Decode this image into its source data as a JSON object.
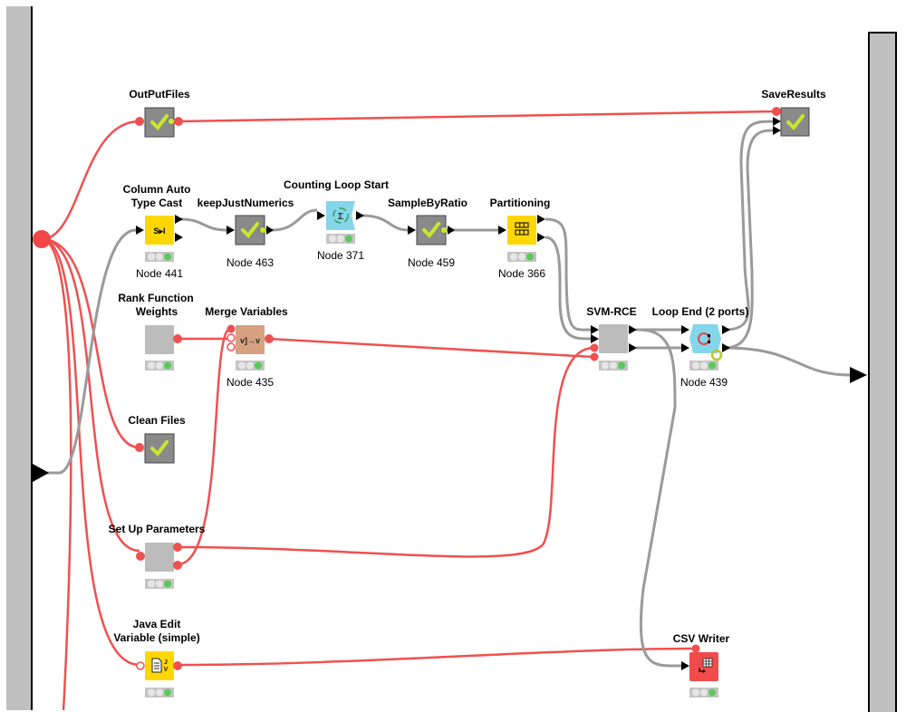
{
  "colors": {
    "flow_var": "#f05050",
    "data_conn": "#999999",
    "yellow_node": "#ffd700",
    "gray_node": "#8a8a8a",
    "meta_node": "#bcbcbc",
    "loop_node": "#87d7ea",
    "merge_node": "#d7a383",
    "csv_node": "#f24b4b",
    "status_green": "#5cc85c",
    "check": "#c8e632"
  },
  "nodes": [
    {
      "id": "outputfiles",
      "label": "OutPutFiles",
      "node_id": "",
      "type": "gray-check",
      "status": ""
    },
    {
      "id": "column-auto-type-cast",
      "label": "Column Auto\nType Cast",
      "label_lines": [
        "Column Auto",
        "Type Cast"
      ],
      "node_id": "Node 441",
      "icon": "S▸I",
      "type": "yellow",
      "status": "executed"
    },
    {
      "id": "keepjustnumerics",
      "label": "keepJustNumerics",
      "node_id": "Node 463",
      "type": "gray-check",
      "status": ""
    },
    {
      "id": "counting-loop-start",
      "label": "Counting Loop Start",
      "node_id": "Node 371",
      "icon": "Σ",
      "type": "loop-start",
      "status": "executed"
    },
    {
      "id": "samplebyratio",
      "label": "SampleByRatio",
      "node_id": "Node 459",
      "type": "gray-check",
      "status": ""
    },
    {
      "id": "partitioning",
      "label": "Partitioning",
      "node_id": "Node 366",
      "icon": "grid",
      "type": "yellow",
      "status": "executed"
    },
    {
      "id": "rank-function-weights",
      "label_lines": [
        "Rank Function",
        "Weights"
      ],
      "node_id": "",
      "type": "meta",
      "status": "executed"
    },
    {
      "id": "merge-variables",
      "label": "Merge Variables",
      "node_id": "Node 435",
      "icon": "v]→v",
      "type": "merge",
      "status": "executed"
    },
    {
      "id": "svm-rce",
      "label": "SVM-RCE",
      "node_id": "",
      "type": "meta",
      "status": "executed"
    },
    {
      "id": "loop-end",
      "label": "Loop End (2 ports)",
      "node_id": "Node 439",
      "type": "loop-end",
      "status": "executed"
    },
    {
      "id": "saveresults",
      "label": "SaveResults",
      "node_id": "",
      "type": "gray-check",
      "status": ""
    },
    {
      "id": "clean-files",
      "label": "Clean Files",
      "node_id": "",
      "type": "gray-check",
      "status": ""
    },
    {
      "id": "set-up-parameters",
      "label": "Set Up Parameters",
      "node_id": "",
      "type": "meta",
      "status": "executed"
    },
    {
      "id": "java-edit-variable",
      "label_lines": [
        "Java Edit",
        "Variable (simple)"
      ],
      "node_id": "",
      "icon": "J V",
      "type": "yellow",
      "status": "executed"
    },
    {
      "id": "csv-writer",
      "label": "CSV Writer",
      "node_id": "",
      "type": "csv",
      "status": "executed"
    }
  ],
  "labels": {
    "outputfiles": "OutPutFiles",
    "catc1": "Column Auto",
    "catc2": "Type Cast",
    "catc_id": "Node 441",
    "kjn": "keepJustNumerics",
    "kjn_id": "Node 463",
    "cls": "Counting Loop Start",
    "cls_id": "Node 371",
    "sbr": "SampleByRatio",
    "sbr_id": "Node 459",
    "part": "Partitioning",
    "part_id": "Node 366",
    "rfw1": "Rank Function",
    "rfw2": "Weights",
    "mv": "Merge Variables",
    "mv_id": "Node 435",
    "svm": "SVM-RCE",
    "le": "Loop End (2 ports)",
    "le_id": "Node 439",
    "save": "SaveResults",
    "clean": "Clean Files",
    "sup": "Set Up Parameters",
    "jev1": "Java Edit",
    "jev2": "Variable (simple)",
    "csv": "CSV Writer"
  },
  "icons": {
    "catc": "S▸I",
    "cls": "Σ",
    "mv": "v]→v",
    "jev": "J V"
  }
}
